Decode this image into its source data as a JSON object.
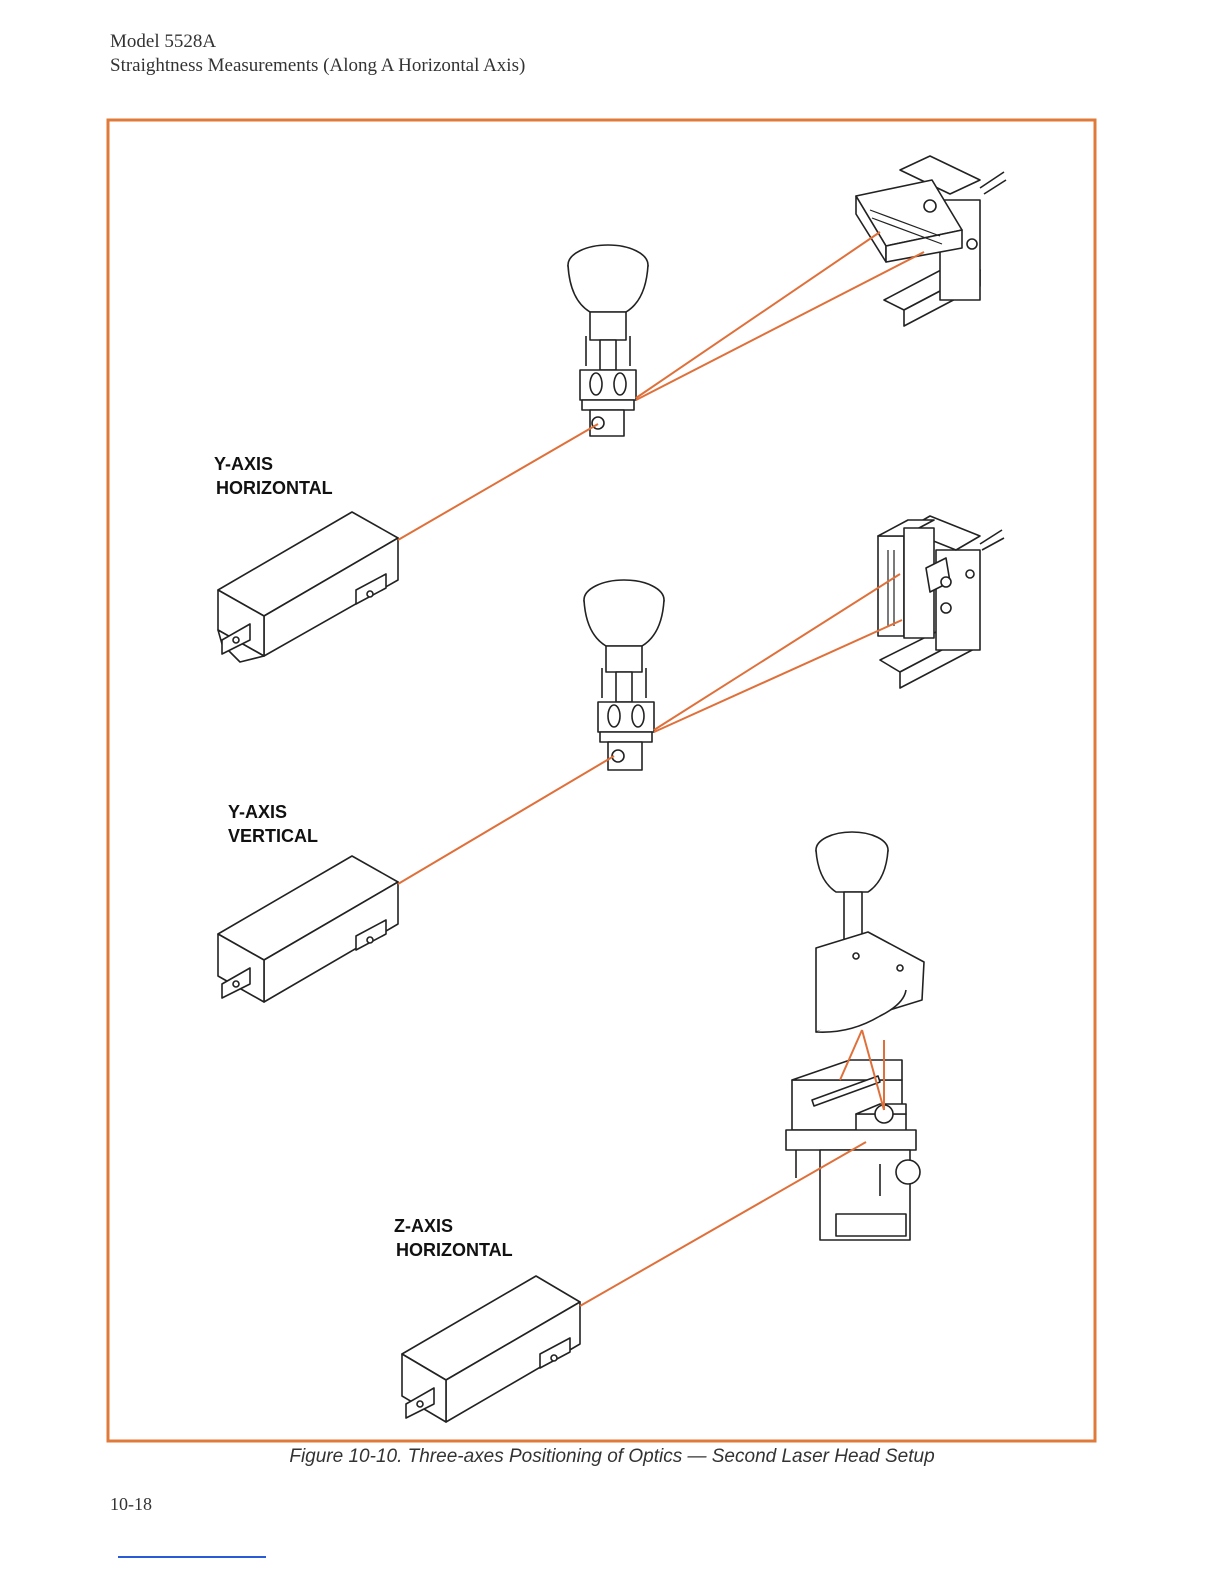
{
  "header": {
    "model": "Model 5528A",
    "section": "Straightness Measurements (Along A Horizontal Axis)"
  },
  "figure": {
    "frame_color": "#e07a3a",
    "beam_color": "#e0703a",
    "labels": {
      "y_horizontal_line1": "Y-AXIS",
      "y_horizontal_line2": "HORIZONTAL",
      "y_vertical_line1": "Y-AXIS",
      "y_vertical_line2": "VERTICAL",
      "z_horizontal_line1": "Z-AXIS",
      "z_horizontal_line2": "HORIZONTAL"
    },
    "caption": "Figure 10-10. Three-axes Positioning of Optics — Second Laser Head Setup"
  },
  "footer": {
    "page_number": "10-18",
    "rule_color": "#2a5bd7"
  }
}
